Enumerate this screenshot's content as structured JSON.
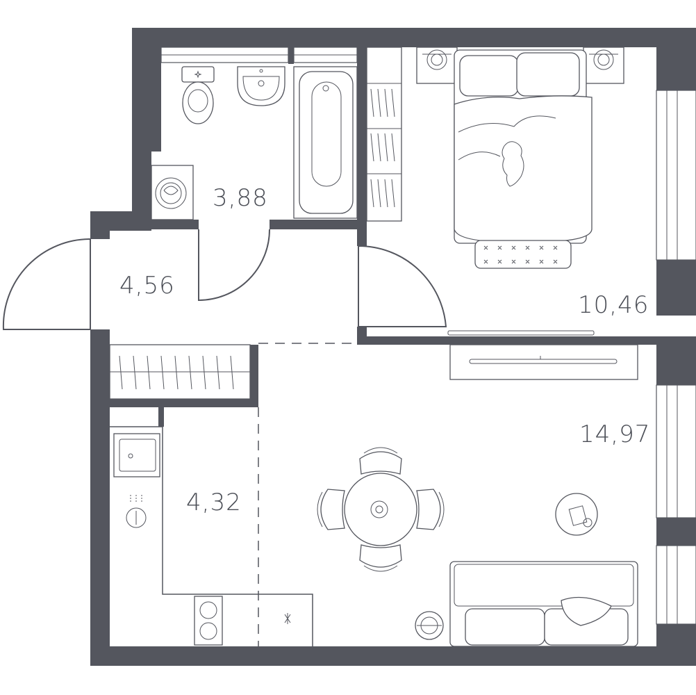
{
  "colors": {
    "wall": "#54565e",
    "background": "#ffffff",
    "text": "#4a4d55"
  },
  "rooms": {
    "bathroom": {
      "area": "3,88"
    },
    "hallway": {
      "area": "4,56"
    },
    "bedroom": {
      "area": "10,46"
    },
    "living": {
      "area": "14,97"
    },
    "kitchen": {
      "area": "4,32"
    }
  },
  "icons": {
    "toilet": "toilet-icon",
    "sink": "sink-icon",
    "bathtub": "bathtub-icon",
    "washing_machine": "washing-machine-icon",
    "bed": "bed-icon",
    "table": "dining-table-icon",
    "sofa": "sofa-icon",
    "stove": "stove-icon"
  }
}
